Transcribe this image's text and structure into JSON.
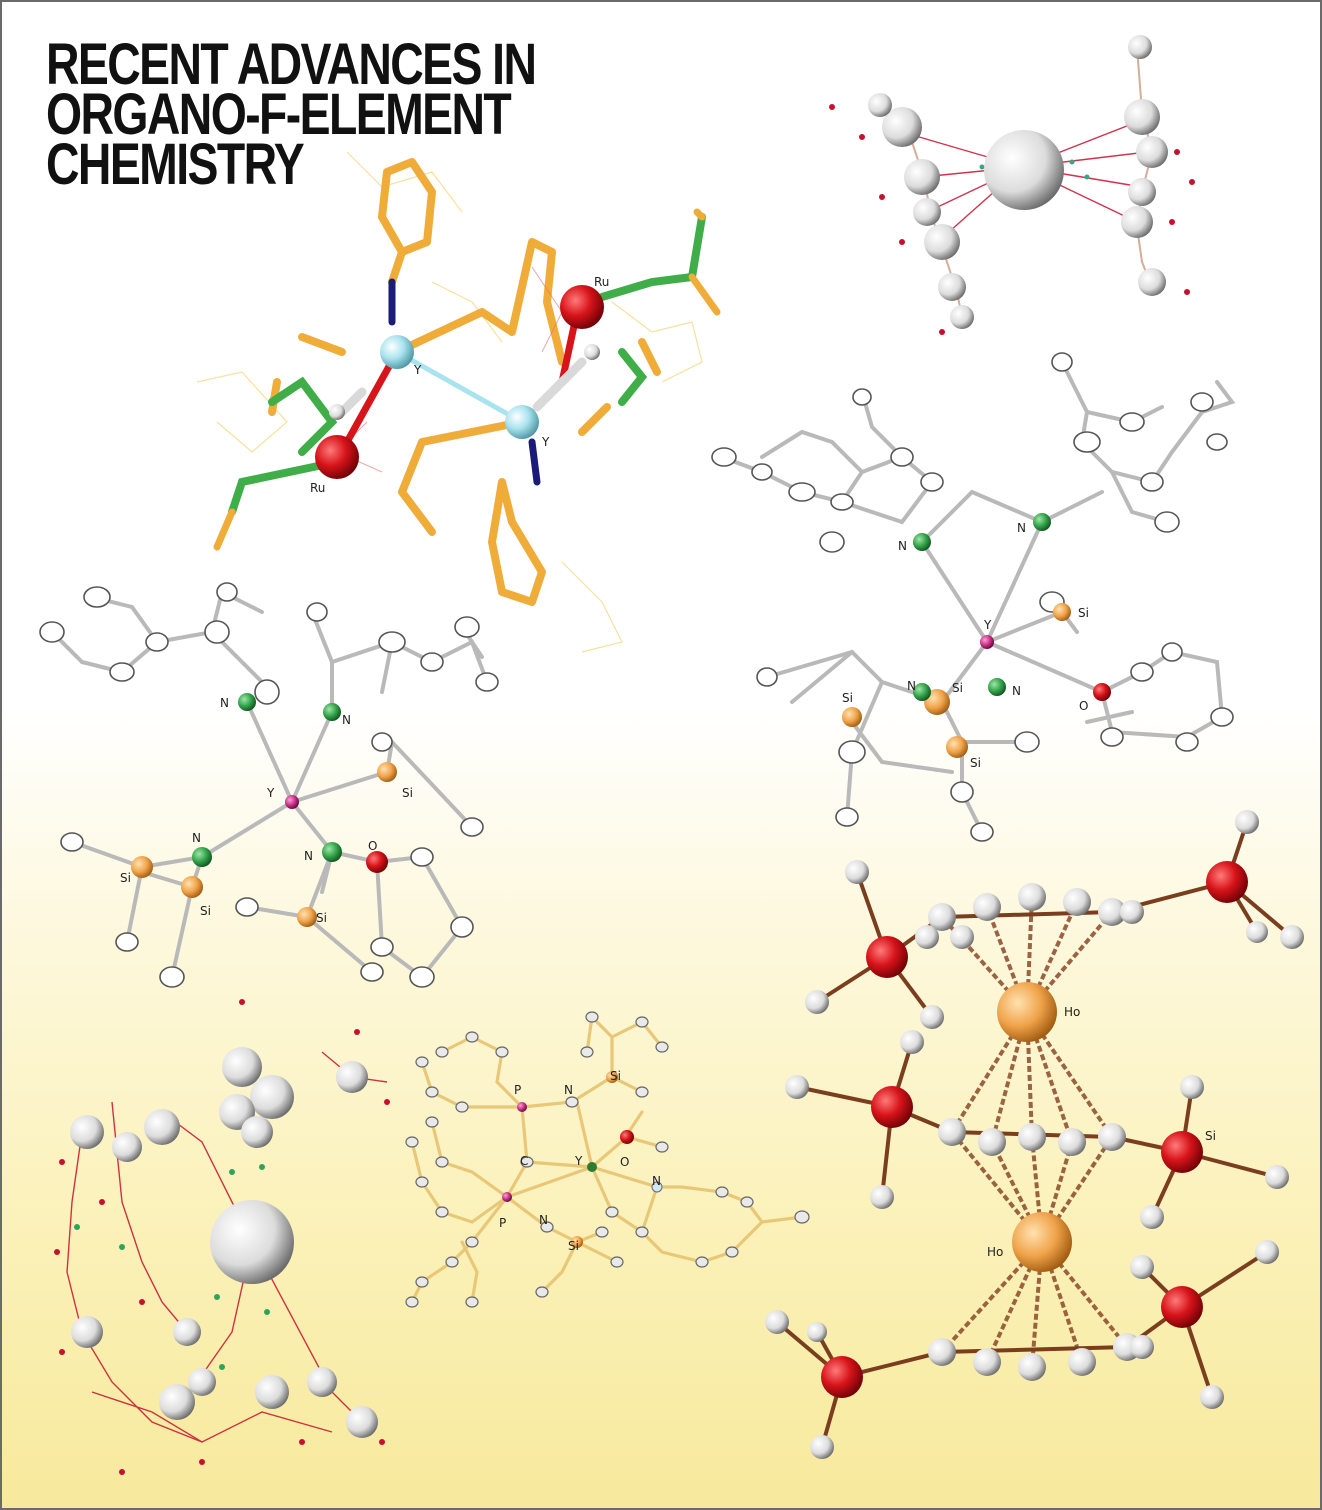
{
  "title": {
    "line1": "RECENT ADVANCES IN",
    "line2": "ORGANO-F-ELEMENT",
    "line3": "CHEMISTRY"
  },
  "colors": {
    "ruthenium": "#d7141a",
    "yttrium_cyan": "#a9e3ee",
    "phosphorus": "#e0a234",
    "carbon_green": "#3fae49",
    "nitrogen_green": "#33a34a",
    "silicon": "#f0a42e",
    "oxygen": "#d9151b",
    "holmium": "#f0a34a"
  },
  "labels": {
    "ru": "Ru",
    "y": "Y",
    "n": "N",
    "si": "Si",
    "o": "O",
    "p": "P",
    "c": "C",
    "ho": "Ho"
  }
}
